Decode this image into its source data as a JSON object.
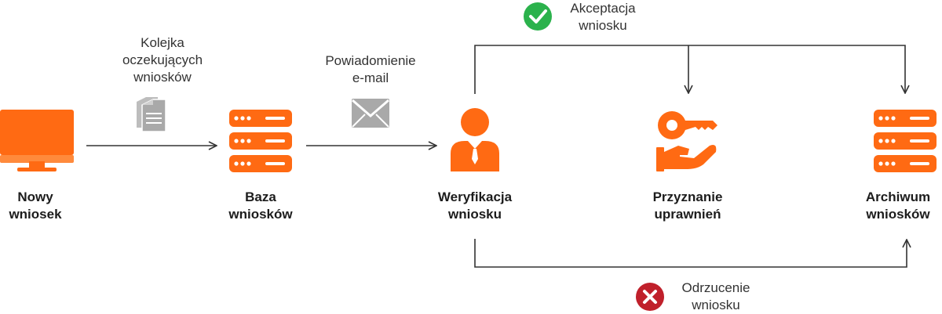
{
  "colors": {
    "accent": "#ff6a13",
    "line": "#333333",
    "icon_gray": "#a9a9a9",
    "accept": "#2bb24c",
    "reject": "#c0202b"
  },
  "nodes": [
    {
      "id": "new-request",
      "icon": "monitor-icon",
      "label": [
        "Nowy",
        "wniosek"
      ]
    },
    {
      "id": "request-database",
      "icon": "server-icon",
      "label": [
        "Baza",
        "wniosków"
      ]
    },
    {
      "id": "verification",
      "icon": "person-icon",
      "label": [
        "Weryfikacja",
        "wniosku"
      ]
    },
    {
      "id": "grant-permissions",
      "icon": "key-hand-icon",
      "label": [
        "Przyznanie",
        "uprawnień"
      ]
    },
    {
      "id": "request-archive",
      "icon": "server-icon",
      "label": [
        "Archiwum",
        "wniosków"
      ]
    }
  ],
  "edges": [
    {
      "from": "new-request",
      "to": "request-database",
      "icon": "documents-icon",
      "label": [
        "Kolejka",
        "oczekujących",
        "wniosków"
      ]
    },
    {
      "from": "request-database",
      "to": "verification",
      "icon": "envelope-icon",
      "label": [
        "Powiadomienie",
        "e-mail"
      ]
    },
    {
      "from": "verification",
      "to": [
        "grant-permissions",
        "request-archive"
      ],
      "icon": "check-circle-icon",
      "label": [
        "Akceptacja",
        "wniosku"
      ]
    },
    {
      "from": "verification",
      "to": "request-archive",
      "icon": "x-circle-icon",
      "label": [
        "Odrzucenie",
        "wniosku"
      ]
    }
  ]
}
